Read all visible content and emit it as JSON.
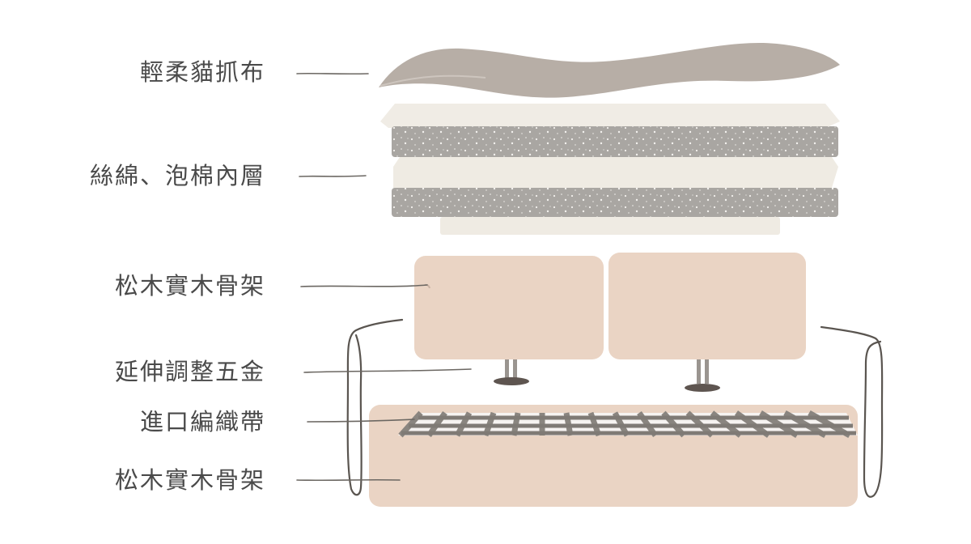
{
  "layers": [
    {
      "key": "fabric",
      "label": "輕柔貓抓布"
    },
    {
      "key": "cushion",
      "label": "絲綿、泡棉內層"
    },
    {
      "key": "back_frame",
      "label": "松木實木骨架"
    },
    {
      "key": "hardware",
      "label": "延伸調整五金"
    },
    {
      "key": "webbing",
      "label": "進口編織帶"
    },
    {
      "key": "base_frame",
      "label": "松木實木骨架"
    }
  ],
  "colors": {
    "label_text": "#4a4a4a",
    "leader_line": "#6b6762",
    "fabric": "#b7aea6",
    "foam_dark": "#a9a6a2",
    "foam_light": "#efebe3",
    "wood": "#ead4c4",
    "webbing": "#8a8580",
    "arm_outline": "#5a5550"
  },
  "icons": {
    "fabric": "wavy-fabric-sheet",
    "cushion": "stacked-foam-layers",
    "back_frame": "backrest-panels",
    "hardware": "adjustable-leg-hinges",
    "webbing": "woven-strap-grid",
    "base_frame": "wooden-base-box"
  }
}
